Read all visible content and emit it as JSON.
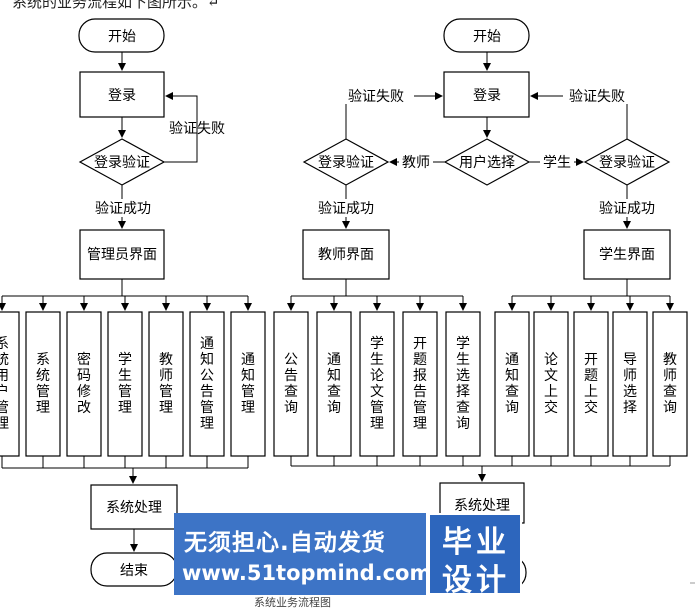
{
  "intro_text": "系统的业务流程如下图所示。↵",
  "caption": "系统业务流程图",
  "nodes": {
    "start_admin": "开始",
    "login_admin": "登录",
    "verify_admin": "登录验证",
    "admin_ui": "管理员界面",
    "process_admin": "系统处理",
    "end_admin": "结束",
    "start_user": "开始",
    "login_user": "登录",
    "user_select": "用户选择",
    "verify_teacher": "登录验证",
    "verify_student": "登录验证",
    "teacher_ui": "教师界面",
    "student_ui": "学生界面",
    "process_user": "系统处理"
  },
  "edges": {
    "fail_admin": "验证失败",
    "ok_admin": "验证成功",
    "fail_teacher": "验证失败",
    "fail_student": "验证失败",
    "branch_teacher": "教师",
    "branch_student": "学生",
    "ok_teacher": "验证成功",
    "ok_student": "验证成功"
  },
  "admin_modules": [
    "系统用户管理",
    "系统管理",
    "密码修改",
    "学生管理",
    "教师管理",
    "通知公告管理",
    "通知管理"
  ],
  "teacher_modules": [
    "公告查询",
    "通知查询",
    "学生论文管理",
    "开题报告管理",
    "学生选择查询"
  ],
  "student_modules": [
    "通知查询",
    "论文上交",
    "开题上交",
    "导师选择",
    "教师查询"
  ],
  "watermark": {
    "line1": "无须担心.自动发货",
    "line2": "www.51topmind.com",
    "right1": "毕业",
    "right2": "设计"
  }
}
